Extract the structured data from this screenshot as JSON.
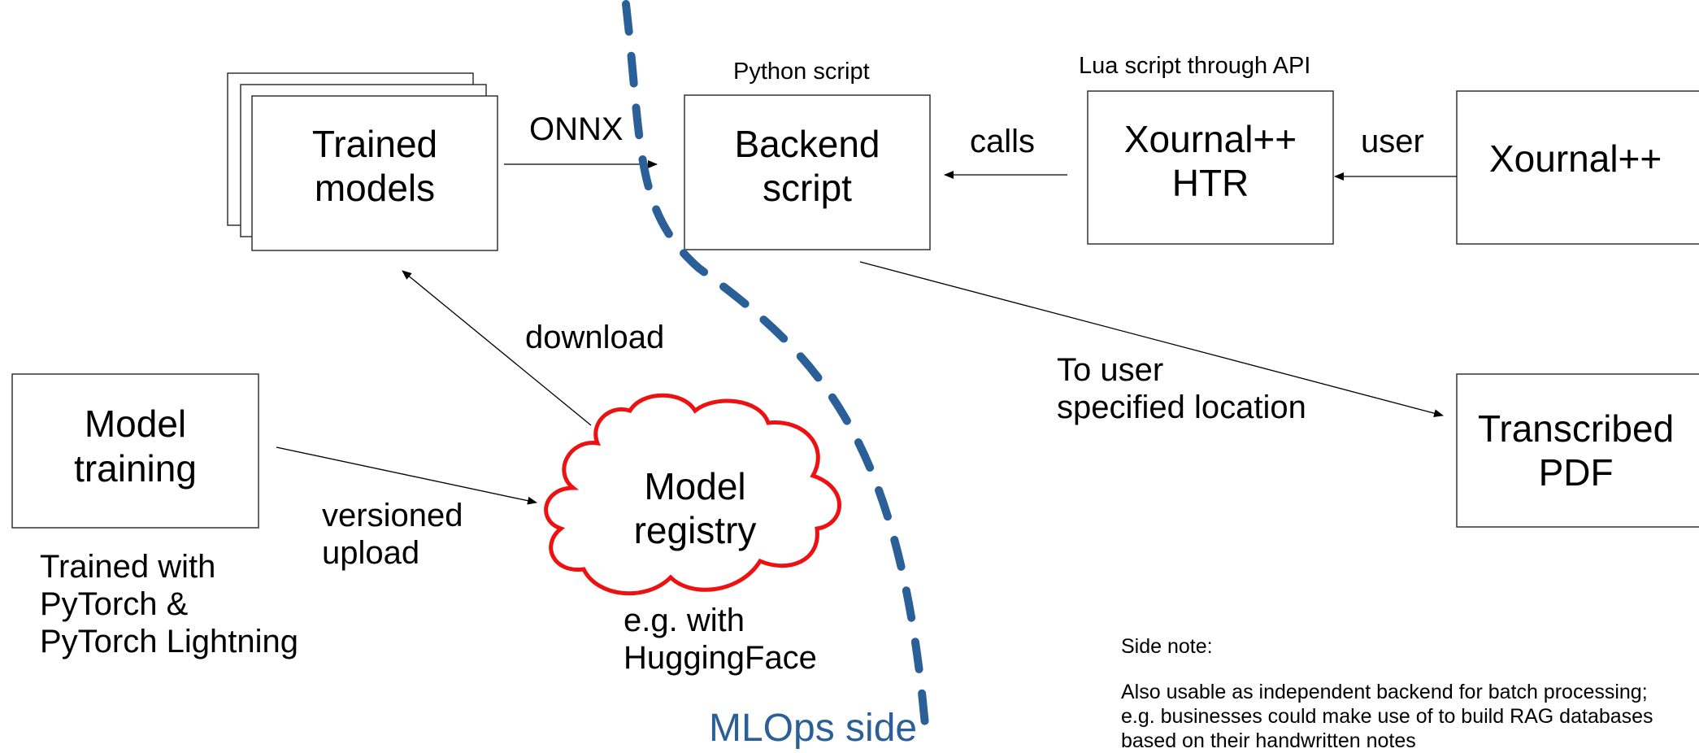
{
  "nodes": {
    "trained_models": "Trained\nmodels",
    "backend": "Backend\nscript",
    "xournal_htr": "Xournal++\nHTR",
    "xournal": "Xournal++",
    "model_training": "Model\ntraining",
    "model_registry": "Model\nregistry",
    "transcribed_pdf": "Transcribed\nPDF"
  },
  "annotations": {
    "python_script": "Python script",
    "lua_script": "Lua script through API",
    "trained_with": "Trained with\nPyTorch &\nPyTorch Lightning",
    "huggingface": "e.g. with\nHuggingFace",
    "mlops_side": "MLOps side"
  },
  "edges": {
    "onnx": "ONNX",
    "calls": "calls",
    "user": "user",
    "download": "download",
    "versioned_upload": "versioned\nupload",
    "to_user": "To user\nspecified location"
  },
  "side_note": {
    "title": "Side note:",
    "body": "Also usable as independent backend for batch processing;\ne.g. businesses could make use of to build RAG databases\nbased on their handwritten notes"
  },
  "colors": {
    "mlops_boundary": "#2b5f98",
    "registry_cloud": "#ee1111"
  }
}
